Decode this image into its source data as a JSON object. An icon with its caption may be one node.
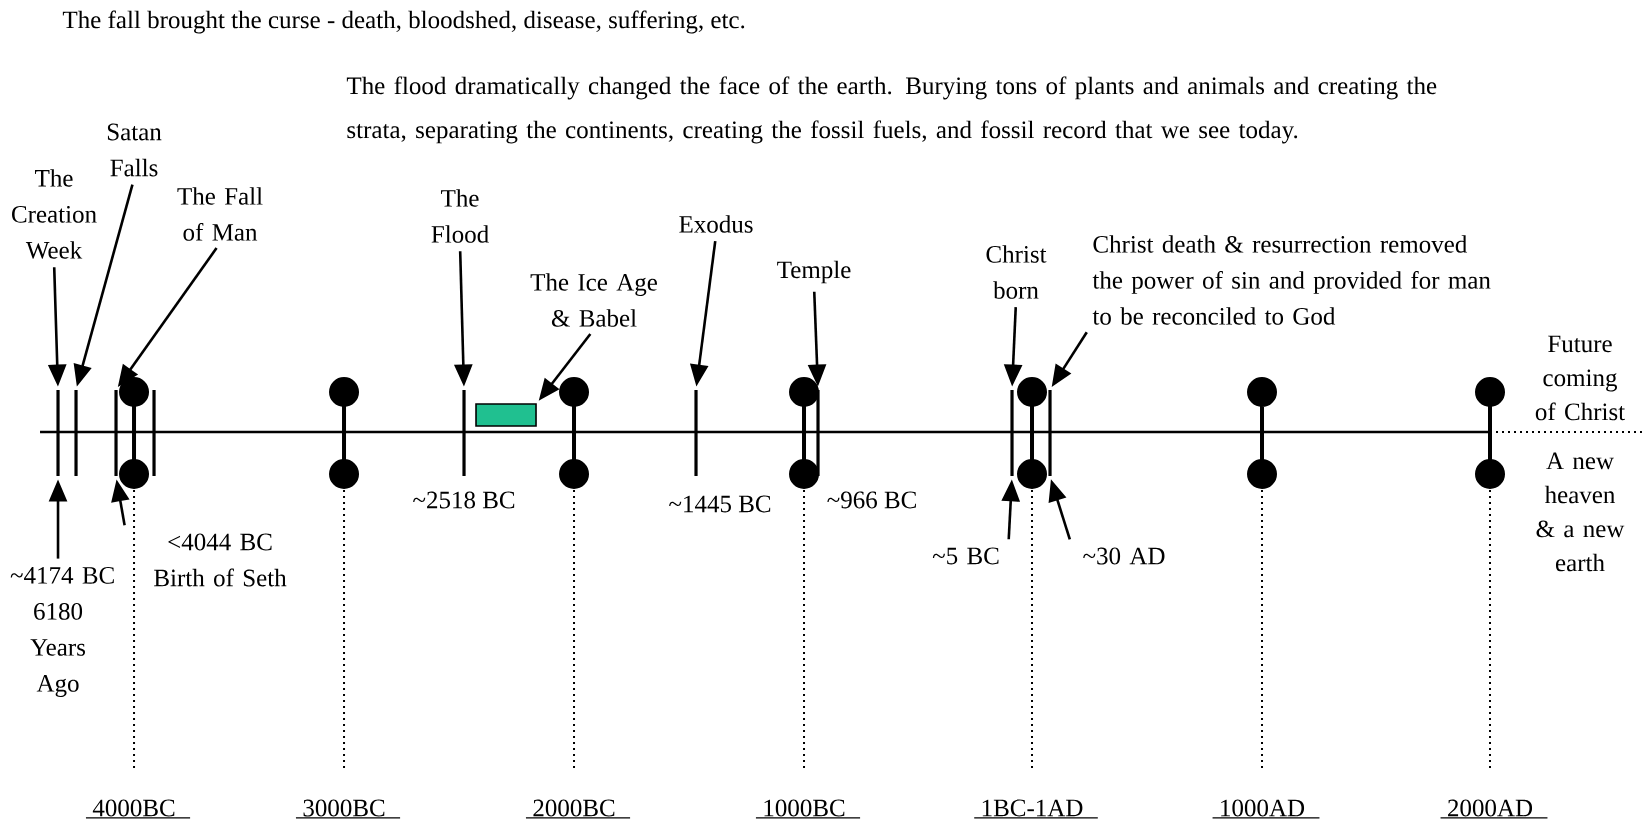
{
  "diagram": {
    "nodes": [
      {
        "text": [
          "The Creation Week"
        ]
      },
      {
        "text": [
          "Satan Falls"
        ]
      },
      {
        "text": [
          "The Fall of Man"
        ]
      },
      {
        "text": [
          "The Flood"
        ]
      },
      {
        "text": [
          "The Ice Age & Babel"
        ]
      },
      {
        "text": [
          "Exodus"
        ]
      },
      {
        "text": [
          "Temple"
        ]
      },
      {
        "text": [
          "Christ born"
        ]
      },
      {
        "text": [
          "Christ death & resurrection removed the power of sin and provided for man to be reconciled to God"
        ]
      },
      {
        "text": [],
        "shape": "bar"
      },
      {
        "text": [],
        "shape": "bar"
      },
      {
        "text": [],
        "shape": "bar"
      },
      {
        "text": [],
        "shape": "bar",
        "beside": [
          "~2518 BC"
        ]
      },
      {
        "text": [],
        "shape": "box"
      },
      {
        "text": [],
        "shape": "bar",
        "beside": [
          "~1445 BC"
        ]
      },
      {
        "text": [],
        "shape": "bar",
        "beside": [
          "~966 BC"
        ]
      },
      {
        "text": [],
        "shape": "bar"
      },
      {
        "text": [],
        "shape": "bar"
      },
      {
        "text": [
          "~4174 BC",
          "6180 Years Ago"
        ]
      },
      {
        "text": [
          "<4044 BC",
          "Birth of Seth"
        ]
      },
      {
        "text": [
          "~5 BC"
        ]
      },
      {
        "text": [
          "~30 AD"
        ]
      }
    ],
    "edges": [
      {
        "from": 0,
        "to": 9,
        "arrow": "to"
      },
      {
        "from": 1,
        "to": 10,
        "arrow": "to"
      },
      {
        "from": 2,
        "to": 11,
        "arrow": "to"
      },
      {
        "from": 3,
        "to": 12,
        "arrow": "to"
      },
      {
        "from": 4,
        "to": 13,
        "arrow": "to"
      },
      {
        "from": 5,
        "to": 14,
        "arrow": "to"
      },
      {
        "from": 6,
        "to": 15,
        "arrow": "to"
      },
      {
        "from": 7,
        "to": 16,
        "arrow": "to"
      },
      {
        "from": 8,
        "to": 17,
        "arrow": "to"
      },
      {
        "from": 18,
        "to": 9,
        "arrow": "to"
      },
      {
        "from": 19,
        "to": 11,
        "arrow": "to"
      },
      {
        "from": 20,
        "to": 16,
        "arrow": "to"
      },
      {
        "from": 21,
        "to": 17,
        "arrow": "to"
      }
    ],
    "labels": [
      "The fall brought the curse - death, bloodshed, disease, suffering, etc.",
      "The flood dramatically changed the face of the earth.  Burying tons of plants and animals and creating the strata, separating the continents, creating the fossil fuels, and fossil record that we see today.",
      "Future coming of Christ",
      "A new heaven & a new earth",
      "4000BC",
      "3000BC",
      "2000BC",
      "1000BC",
      "1BC-1AD",
      "1000AD",
      "2000AD"
    ]
  }
}
